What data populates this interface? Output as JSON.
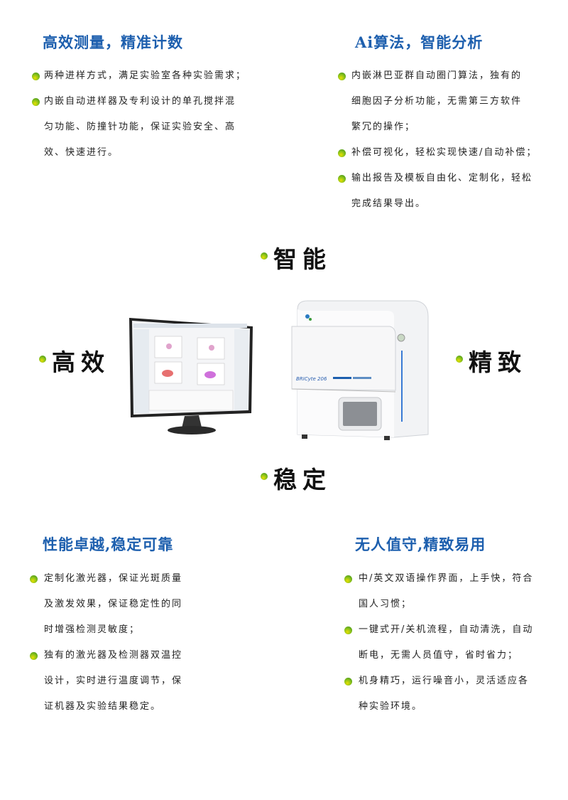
{
  "sections": [
    {
      "title": "高效测量，精准计数",
      "bullets": [
        [
          "两种进样方式，满足实验室各种实验需求；"
        ],
        [
          "内嵌自动进样器及专利设计的单孔搅拌混",
          "匀功能、防撞针功能，保证实验安全、高",
          "效、快速进行。"
        ]
      ]
    },
    {
      "title": "Ai算法，智能分析",
      "bullets": [
        [
          "内嵌淋巴亚群自动圈门算法，独有的",
          "细胞因子分析功能，无需第三方软件",
          "繁冗的操作；"
        ],
        [
          "补偿可视化，轻松实现快速/自动补偿；"
        ],
        [
          "输出报告及模板自由化、定制化，轻松",
          "完成结果导出。"
        ]
      ]
    },
    {
      "title": "性能卓越,稳定可靠",
      "bullets": [
        [
          "定制化激光器，保证光斑质量",
          "及激发效果，保证稳定性的同",
          "时增强检测灵敏度；"
        ],
        [
          "独有的激光器及检测器双温控",
          "设计，实时进行温度调节，保",
          "证机器及实验结果稳定。"
        ]
      ]
    },
    {
      "title": "无人值守,精致易用",
      "bullets": [
        [
          "中/英文双语操作界面，上手快，符合",
          "国人习惯；"
        ],
        [
          "一键式开/关机流程，自动清洗，自动",
          "断电，无需人员值守，省时省力；"
        ],
        [
          "机身精巧，运行噪音小，灵活适应各",
          "种实验环境。"
        ]
      ]
    }
  ],
  "center_labels": {
    "top": "智能",
    "left": "高效",
    "right": "精致",
    "bottom": "稳定"
  },
  "product": {
    "model_label": "BRICyte 206"
  },
  "colors": {
    "heading": "#1d5fae",
    "bullet": "#6fb51c",
    "text": "#222222"
  }
}
